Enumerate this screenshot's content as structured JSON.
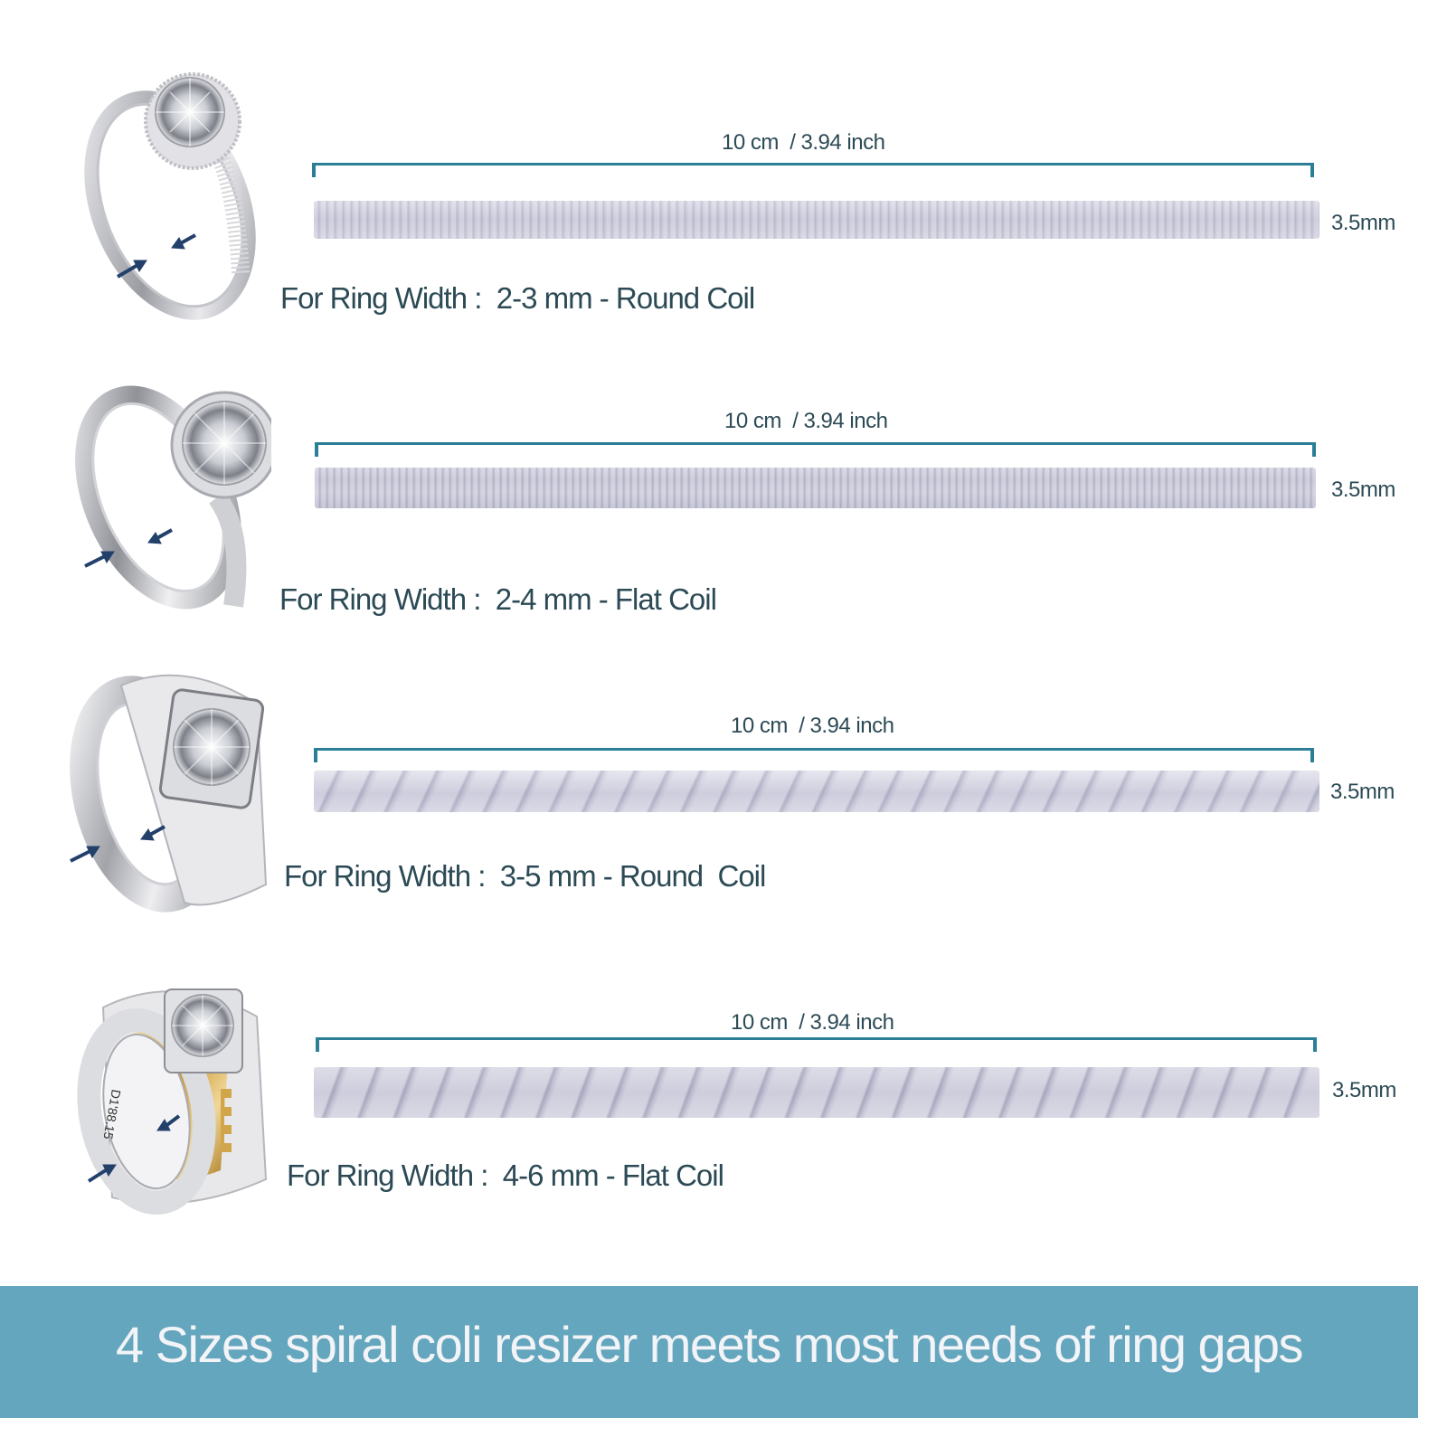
{
  "rows": [
    {
      "ring_type": "pave-solitaire-ring",
      "length_label": "10 cm  / 3.94 inch",
      "thickness_label": "3.5mm",
      "caption": "For Ring Width :  2-3 mm - Round Coil",
      "coil_style": "round-fine"
    },
    {
      "ring_type": "plain-solitaire-ring",
      "length_label": "10 cm  / 3.94 inch",
      "thickness_label": "3.5mm",
      "caption": "For Ring Width :  2-4 mm - Flat Coil",
      "coil_style": "flat-fine"
    },
    {
      "ring_type": "mens-silver-solitaire-ring",
      "length_label": "10 cm  / 3.94 inch",
      "thickness_label": "3.5mm",
      "caption": "For Ring Width :  3-5 mm - Round  Coil",
      "coil_style": "round-wide"
    },
    {
      "ring_type": "mens-two-tone-gold-ring",
      "length_label": "10 cm  / 3.94 inch",
      "thickness_label": "3.5mm",
      "caption": "For Ring Width :  4-6 mm - Flat Coil",
      "coil_style": "flat-wide",
      "ring_engraving": "D1'88.15"
    }
  ],
  "banner": {
    "text": "4 Sizes spiral coli resizer meets most needs of ring gaps"
  },
  "colors": {
    "text": "#2c4a55",
    "bracket": "#2a7f97",
    "banner_bg": "#64a6bd",
    "banner_text": "#f3f4f8",
    "arrow": "#23406b"
  }
}
